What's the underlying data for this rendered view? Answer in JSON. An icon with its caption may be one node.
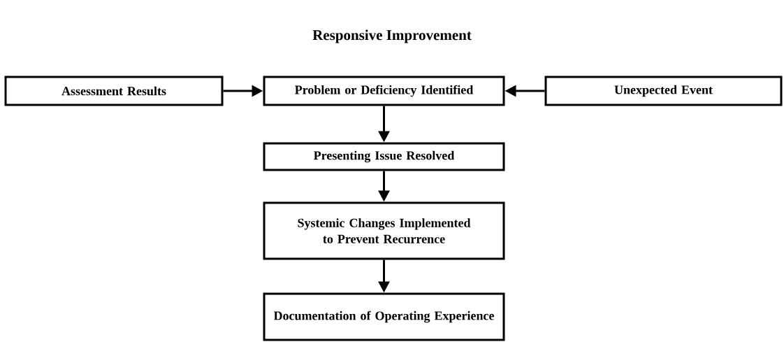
{
  "diagram": {
    "title": "Responsive Improvement",
    "nodes": [
      {
        "text": [
          "Assessment Results"
        ]
      },
      {
        "text": [
          "Problem or Deficiency Identified"
        ]
      },
      {
        "text": [
          "Unexpected Event"
        ]
      },
      {
        "text": [
          "Presenting Issue Resolved"
        ]
      },
      {
        "text": [
          "Systemic Changes Implemented to Prevent Recurrence"
        ]
      },
      {
        "text": [
          "Documentation of Operating Experience"
        ]
      }
    ],
    "edges": [
      {
        "from": 0,
        "to": 1,
        "arrow": "to"
      },
      {
        "from": 2,
        "to": 1,
        "arrow": "to"
      },
      {
        "from": 1,
        "to": 3,
        "arrow": "to"
      },
      {
        "from": 3,
        "to": 4,
        "arrow": "to"
      },
      {
        "from": 4,
        "to": 5,
        "arrow": "to"
      }
    ]
  }
}
